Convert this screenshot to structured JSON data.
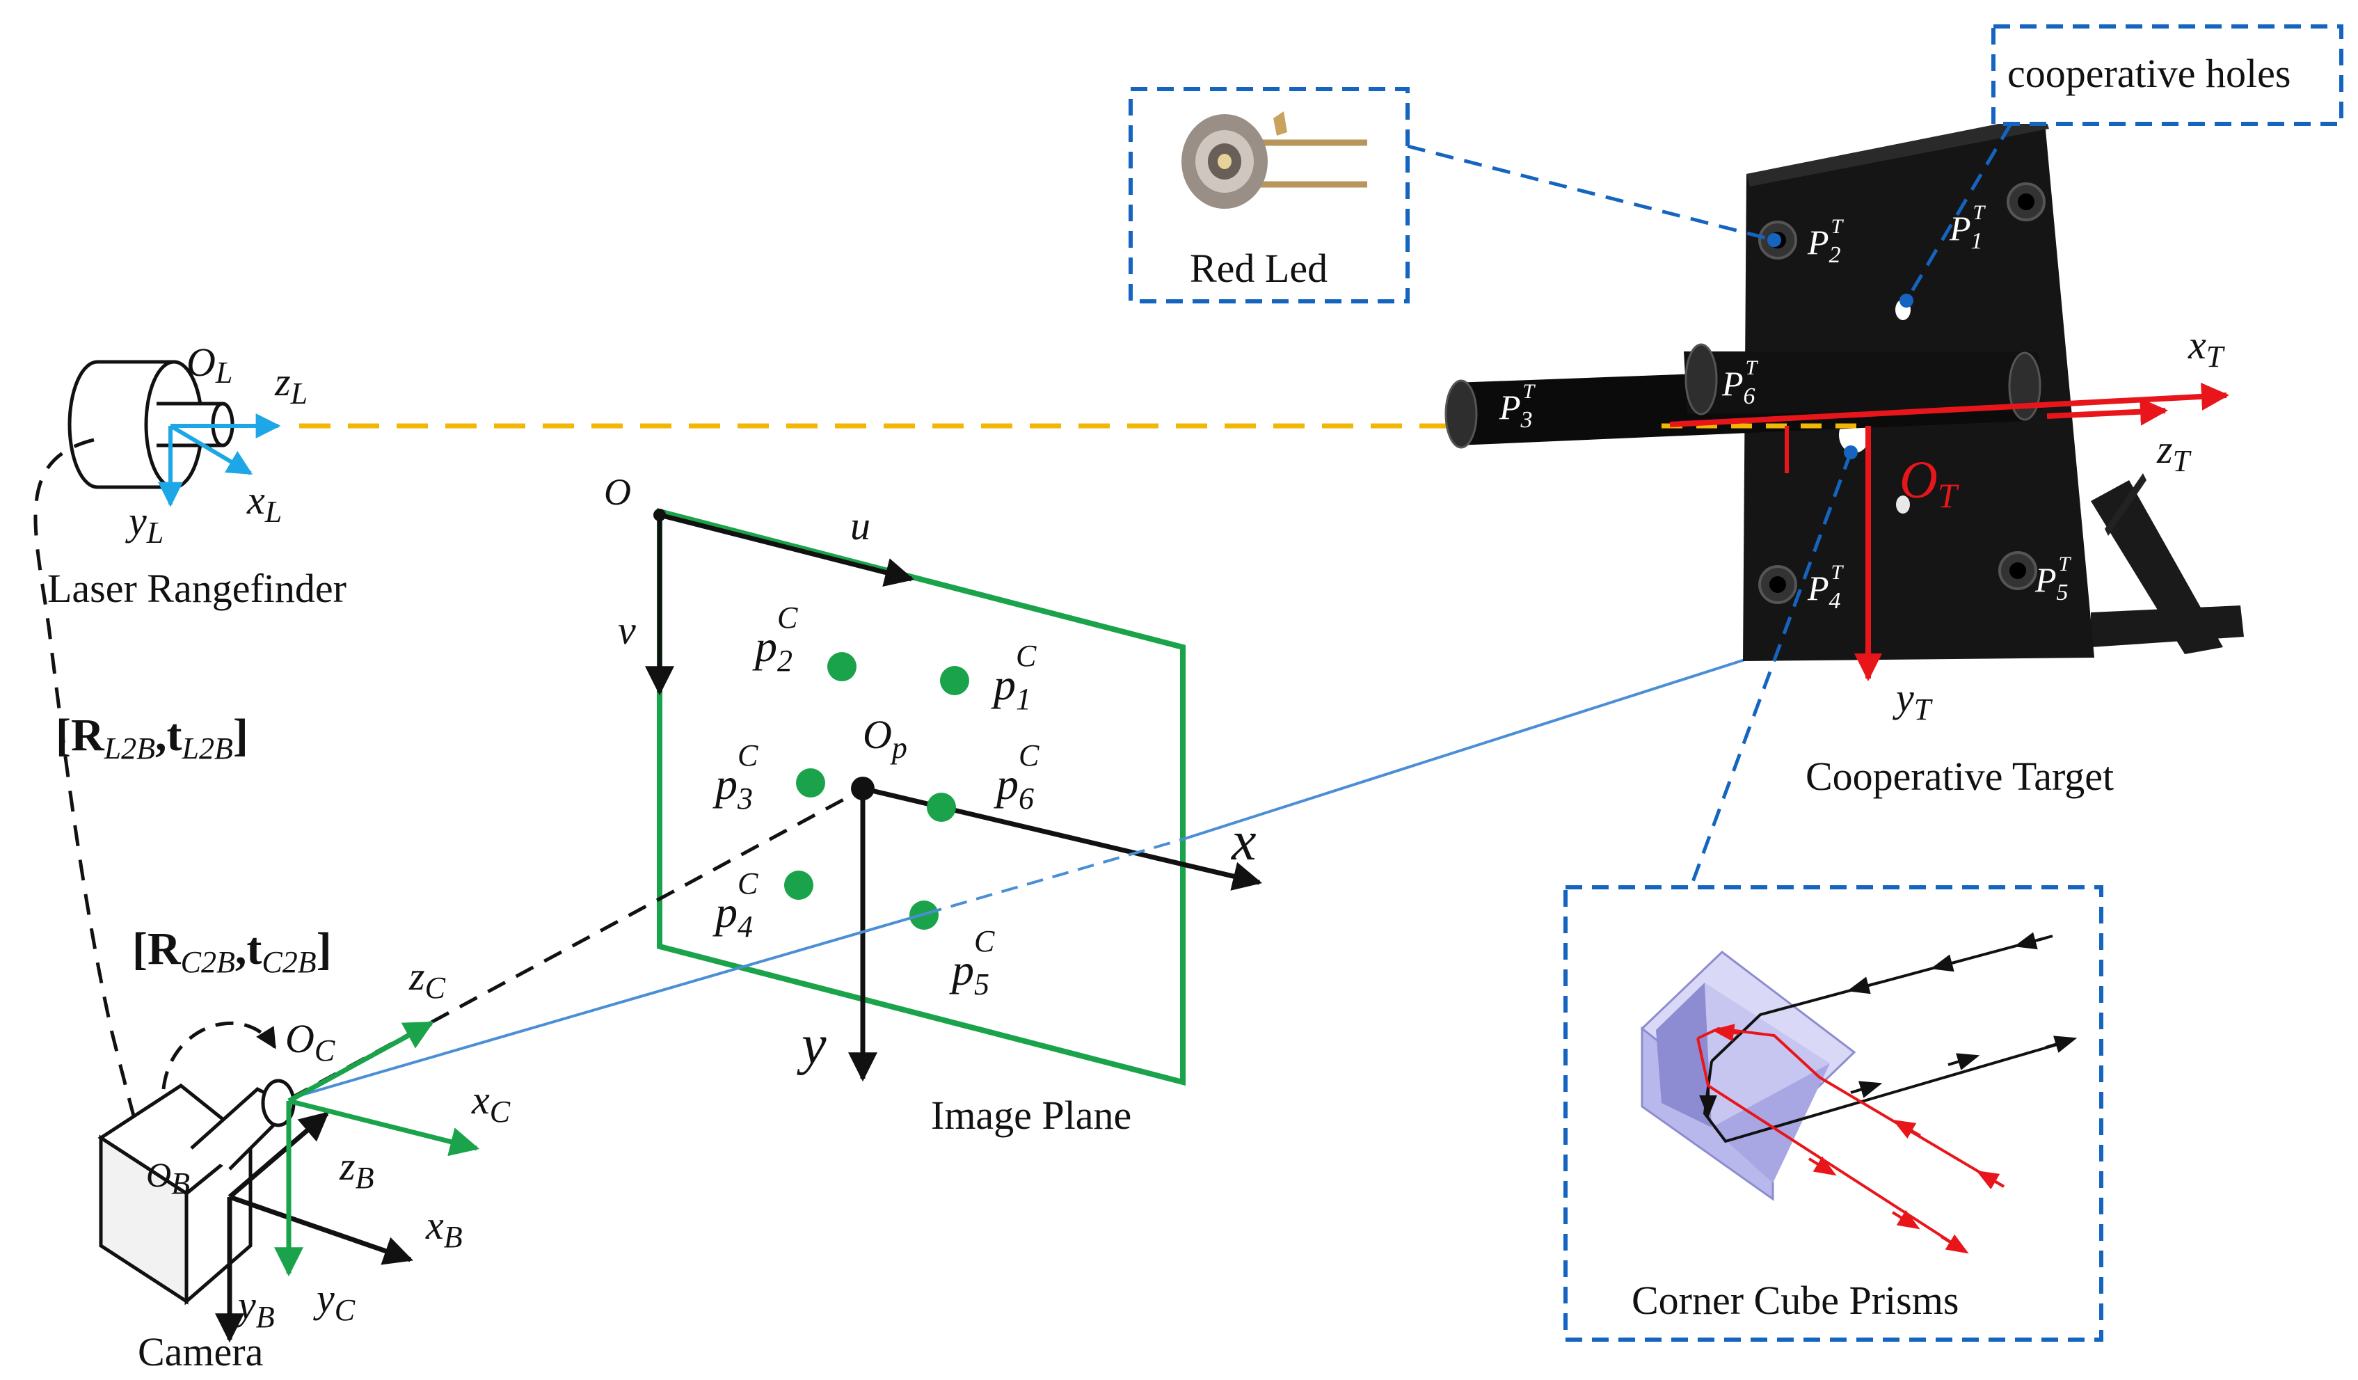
{
  "labels": {
    "laser_rangefinder": "Laser Rangefinder",
    "camera": "Camera",
    "image_plane": "Image Plane",
    "cooperative_target": "Cooperative Target",
    "cooperative_holes": "cooperative holes",
    "red_led": "Red Led",
    "corner_cube_prisms": "Corner Cube Prisms"
  },
  "transforms": {
    "l2b": {
      "R": "R",
      "R_sub": "L2B",
      "t": "t",
      "t_sub": "L2B"
    },
    "c2b": {
      "R": "R",
      "R_sub": "C2B",
      "t": "t",
      "t_sub": "C2B"
    }
  },
  "axes": {
    "laser": {
      "origin": "O",
      "origin_sub": "L",
      "z": "z",
      "z_sub": "L",
      "x": "x",
      "x_sub": "L",
      "y": "y",
      "y_sub": "L"
    },
    "camera": {
      "origin": "O",
      "origin_sub": "C",
      "z": "z",
      "z_sub": "C",
      "x": "x",
      "x_sub": "C",
      "y": "y",
      "y_sub": "C"
    },
    "body": {
      "origin": "O",
      "origin_sub": "B",
      "z": "z",
      "z_sub": "B",
      "x": "x",
      "x_sub": "B",
      "y": "y",
      "y_sub": "B"
    },
    "target": {
      "origin": "O",
      "origin_sub": "T",
      "z": "z",
      "z_sub": "T",
      "x": "x",
      "x_sub": "T",
      "y": "y",
      "y_sub": "T"
    },
    "image": {
      "O": "O",
      "u": "u",
      "v": "v",
      "Op": "O",
      "Op_sub": "p",
      "x": "x",
      "y": "y"
    }
  },
  "image_points": [
    {
      "base": "p",
      "sub": "2",
      "sup": "C"
    },
    {
      "base": "p",
      "sub": "1",
      "sup": "C"
    },
    {
      "base": "p",
      "sub": "3",
      "sup": "C"
    },
    {
      "base": "p",
      "sub": "6",
      "sup": "C"
    },
    {
      "base": "p",
      "sub": "4",
      "sup": "C"
    },
    {
      "base": "p",
      "sub": "5",
      "sup": "C"
    }
  ],
  "target_points": [
    {
      "base": "P",
      "sub": "2",
      "sup": "T"
    },
    {
      "base": "P",
      "sub": "1",
      "sup": "T"
    },
    {
      "base": "P",
      "sub": "3",
      "sup": "T"
    },
    {
      "base": "P",
      "sub": "6",
      "sup": "T"
    },
    {
      "base": "P",
      "sub": "4",
      "sup": "T"
    },
    {
      "base": "P",
      "sub": "5",
      "sup": "T"
    }
  ],
  "colors": {
    "laser_axes": "#1ea7e6",
    "laser_beam": "#f2b705",
    "camera_axes": "#1aa34a",
    "image_plane": "#1aa34a",
    "target_axes": "#e8161b",
    "callout": "#1565c0",
    "projection_ray": "#4a8fd6",
    "prism_face": "#b9b8ec",
    "prism_ray_in": "#111111",
    "prism_ray_out": "#e8161b"
  }
}
